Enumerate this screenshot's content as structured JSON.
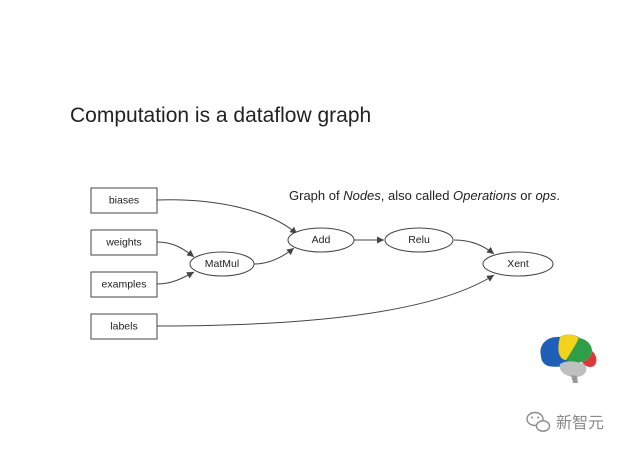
{
  "slide": {
    "title": "Computation is a dataflow graph"
  },
  "caption": {
    "part1": "Graph of ",
    "nodes": "Nodes",
    "part2": ", also called ",
    "operations": "Operations",
    "part3": " or ",
    "ops": "ops",
    "part4": "."
  },
  "graph": {
    "inputs": {
      "biases": "biases",
      "weights": "weights",
      "examples": "examples",
      "labels": "labels"
    },
    "ops": {
      "matmul": "MatMul",
      "add": "Add",
      "relu": "Relu",
      "xent": "Xent"
    }
  },
  "watermark": {
    "text": "新智元"
  }
}
